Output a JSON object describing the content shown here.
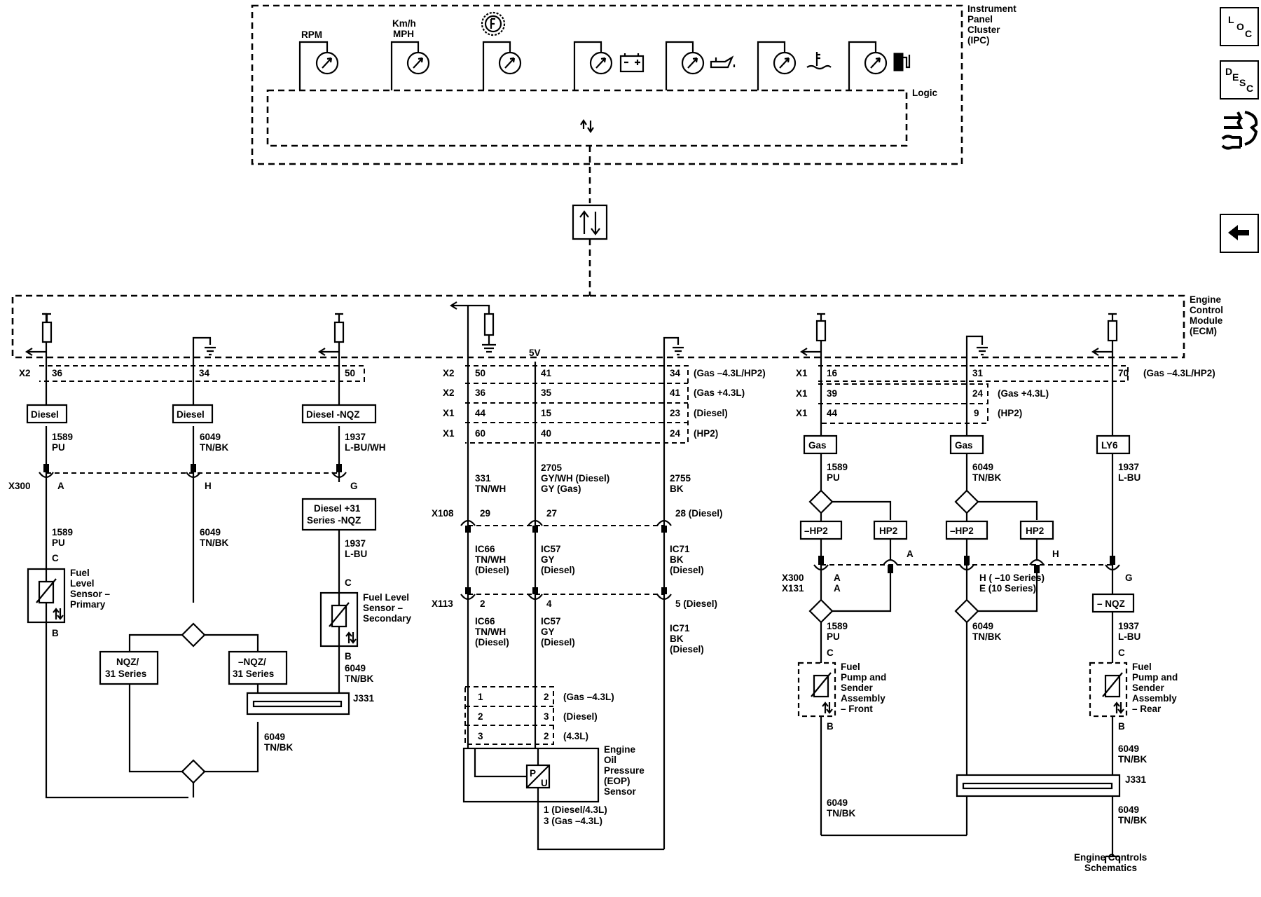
{
  "ipc": {
    "title_lines": [
      "Instrument",
      "Panel",
      "Cluster",
      "(IPC)"
    ],
    "logic": "Logic",
    "gauge_labels": {
      "rpm": "RPM",
      "kmh": "Km/h",
      "mph": "MPH"
    }
  },
  "ecm": {
    "title_lines": [
      "Engine",
      "Control",
      "Module",
      "(ECM)"
    ],
    "v5": "5V"
  },
  "nav": {
    "loc": [
      "L",
      "O",
      "C"
    ],
    "desc": [
      "D",
      "E",
      "S",
      "C"
    ]
  },
  "conn": {
    "x2": "X2",
    "x1": "X1",
    "x300": "X300",
    "x131": "X131",
    "x108": "X108",
    "x113": "X113",
    "j331": "J331"
  },
  "left": {
    "pins": [
      "36",
      "34",
      "50"
    ],
    "opt": [
      "Diesel",
      "Diesel",
      "Diesel -NQZ"
    ],
    "w1": {
      "circ": "1589",
      "color": "PU"
    },
    "w2": {
      "circ": "6049",
      "color": "TN/BK"
    },
    "w3": {
      "circ": "1937",
      "color": "L-BU/WH"
    },
    "x300_pins": [
      "A",
      "H",
      "G"
    ],
    "opt2": [
      "Diesel +31",
      "Series -NQZ"
    ],
    "w3b": {
      "circ": "1937",
      "color": "L-BU"
    },
    "sensor_primary": [
      "Fuel",
      "Level",
      "Sensor –",
      "Primary"
    ],
    "sensor_secondary": [
      "Fuel Level",
      "Sensor –",
      "Secondary"
    ],
    "pin_c": "C",
    "pin_b": "B",
    "nqz": [
      "NQZ/",
      "31 Series"
    ],
    "nnqz": [
      "–NQZ/",
      "31 Series"
    ],
    "gnd": {
      "circ": "6049",
      "color": "TN/BK"
    }
  },
  "mid": {
    "rows": [
      {
        "conn": "X2",
        "p1": "50",
        "p2": "41",
        "p3": "34",
        "note": "(Gas –4.3L/HP2)"
      },
      {
        "conn": "X2",
        "p1": "36",
        "p2": "35",
        "p3": "41",
        "note": "(Gas +4.3L)"
      },
      {
        "conn": "X1",
        "p1": "44",
        "p2": "15",
        "p3": "23",
        "note": "(Diesel)"
      },
      {
        "conn": "X1",
        "p1": "60",
        "p2": "40",
        "p3": "24",
        "note": "(HP2)"
      }
    ],
    "w1": {
      "circ": "331",
      "color": "TN/WH"
    },
    "w2": {
      "circ": "2705",
      "color1": "GY/WH (Diesel)",
      "color2": "GY (Gas)"
    },
    "w3": {
      "circ": "2755",
      "color": "BK"
    },
    "x108_pins": [
      "29",
      "27",
      "28 (Diesel)"
    ],
    "ic1": [
      "IC66",
      "TN/WH",
      "(Diesel)"
    ],
    "ic2": [
      "IC57",
      "GY",
      "(Diesel)"
    ],
    "ic3": [
      "IC71",
      "BK",
      "(Diesel)"
    ],
    "x113_pins": [
      "2",
      "4",
      "5 (Diesel)"
    ],
    "sens_rows": [
      {
        "a": "1",
        "b": "2",
        "note": "(Gas –4.3L)"
      },
      {
        "a": "2",
        "b": "3",
        "note": "(Diesel)"
      },
      {
        "a": "3",
        "b": "2",
        "note": "(4.3L)"
      }
    ],
    "sensor": [
      "Engine",
      "Oil",
      "Pressure",
      "(EOP)",
      "Sensor"
    ],
    "pu": [
      "P",
      "U"
    ],
    "gnd_pins": [
      "1 (Diesel/4.3L)",
      "3 (Gas –4.3L)"
    ]
  },
  "right": {
    "rows": [
      {
        "conn": "X1",
        "p1": "16",
        "p2": "31",
        "p3": "70",
        "note": "(Gas –4.3L/HP2)"
      },
      {
        "conn": "X1",
        "p1": "39",
        "p2": "24",
        "note": "(Gas +4.3L)"
      },
      {
        "conn": "X1",
        "p1": "44",
        "p2": "9",
        "note": "(HP2)"
      }
    ],
    "opt": [
      "Gas",
      "Gas",
      "LY6"
    ],
    "w1": {
      "circ": "1589",
      "color": "PU"
    },
    "w2": {
      "circ": "6049",
      "color": "TN/BK"
    },
    "w3": {
      "circ": "1937",
      "color": "L-BU"
    },
    "hp": [
      "–HP2",
      "HP2",
      "–HP2",
      "HP2"
    ],
    "hp_pins": [
      "A",
      "H"
    ],
    "pins_a": [
      "A",
      "A"
    ],
    "pins_h": [
      "H ( –10 Series)",
      "E (10 Series)"
    ],
    "pin_g": "G",
    "nqz": "– NQZ",
    "front": [
      "Fuel",
      "Pump and",
      "Sender",
      "Assembly",
      "– Front"
    ],
    "rear": [
      "Fuel",
      "Pump and",
      "Sender",
      "Assembly",
      "– Rear"
    ],
    "pin_c": "C",
    "pin_b": "B",
    "w1b": {
      "circ": "1589",
      "color": "PU"
    },
    "w2b": {
      "circ": "6049",
      "color": "TN/BK"
    },
    "w3b": {
      "circ": "1937",
      "color": "L-BU"
    },
    "gnd1": {
      "circ": "6049",
      "color": "TN/BK"
    },
    "gnd2": {
      "circ": "6049",
      "color": "TN/BK"
    },
    "gnd3": {
      "circ": "6049",
      "color": "TN/BK"
    },
    "ecs": [
      "Engine Controls",
      "Schematics"
    ]
  }
}
